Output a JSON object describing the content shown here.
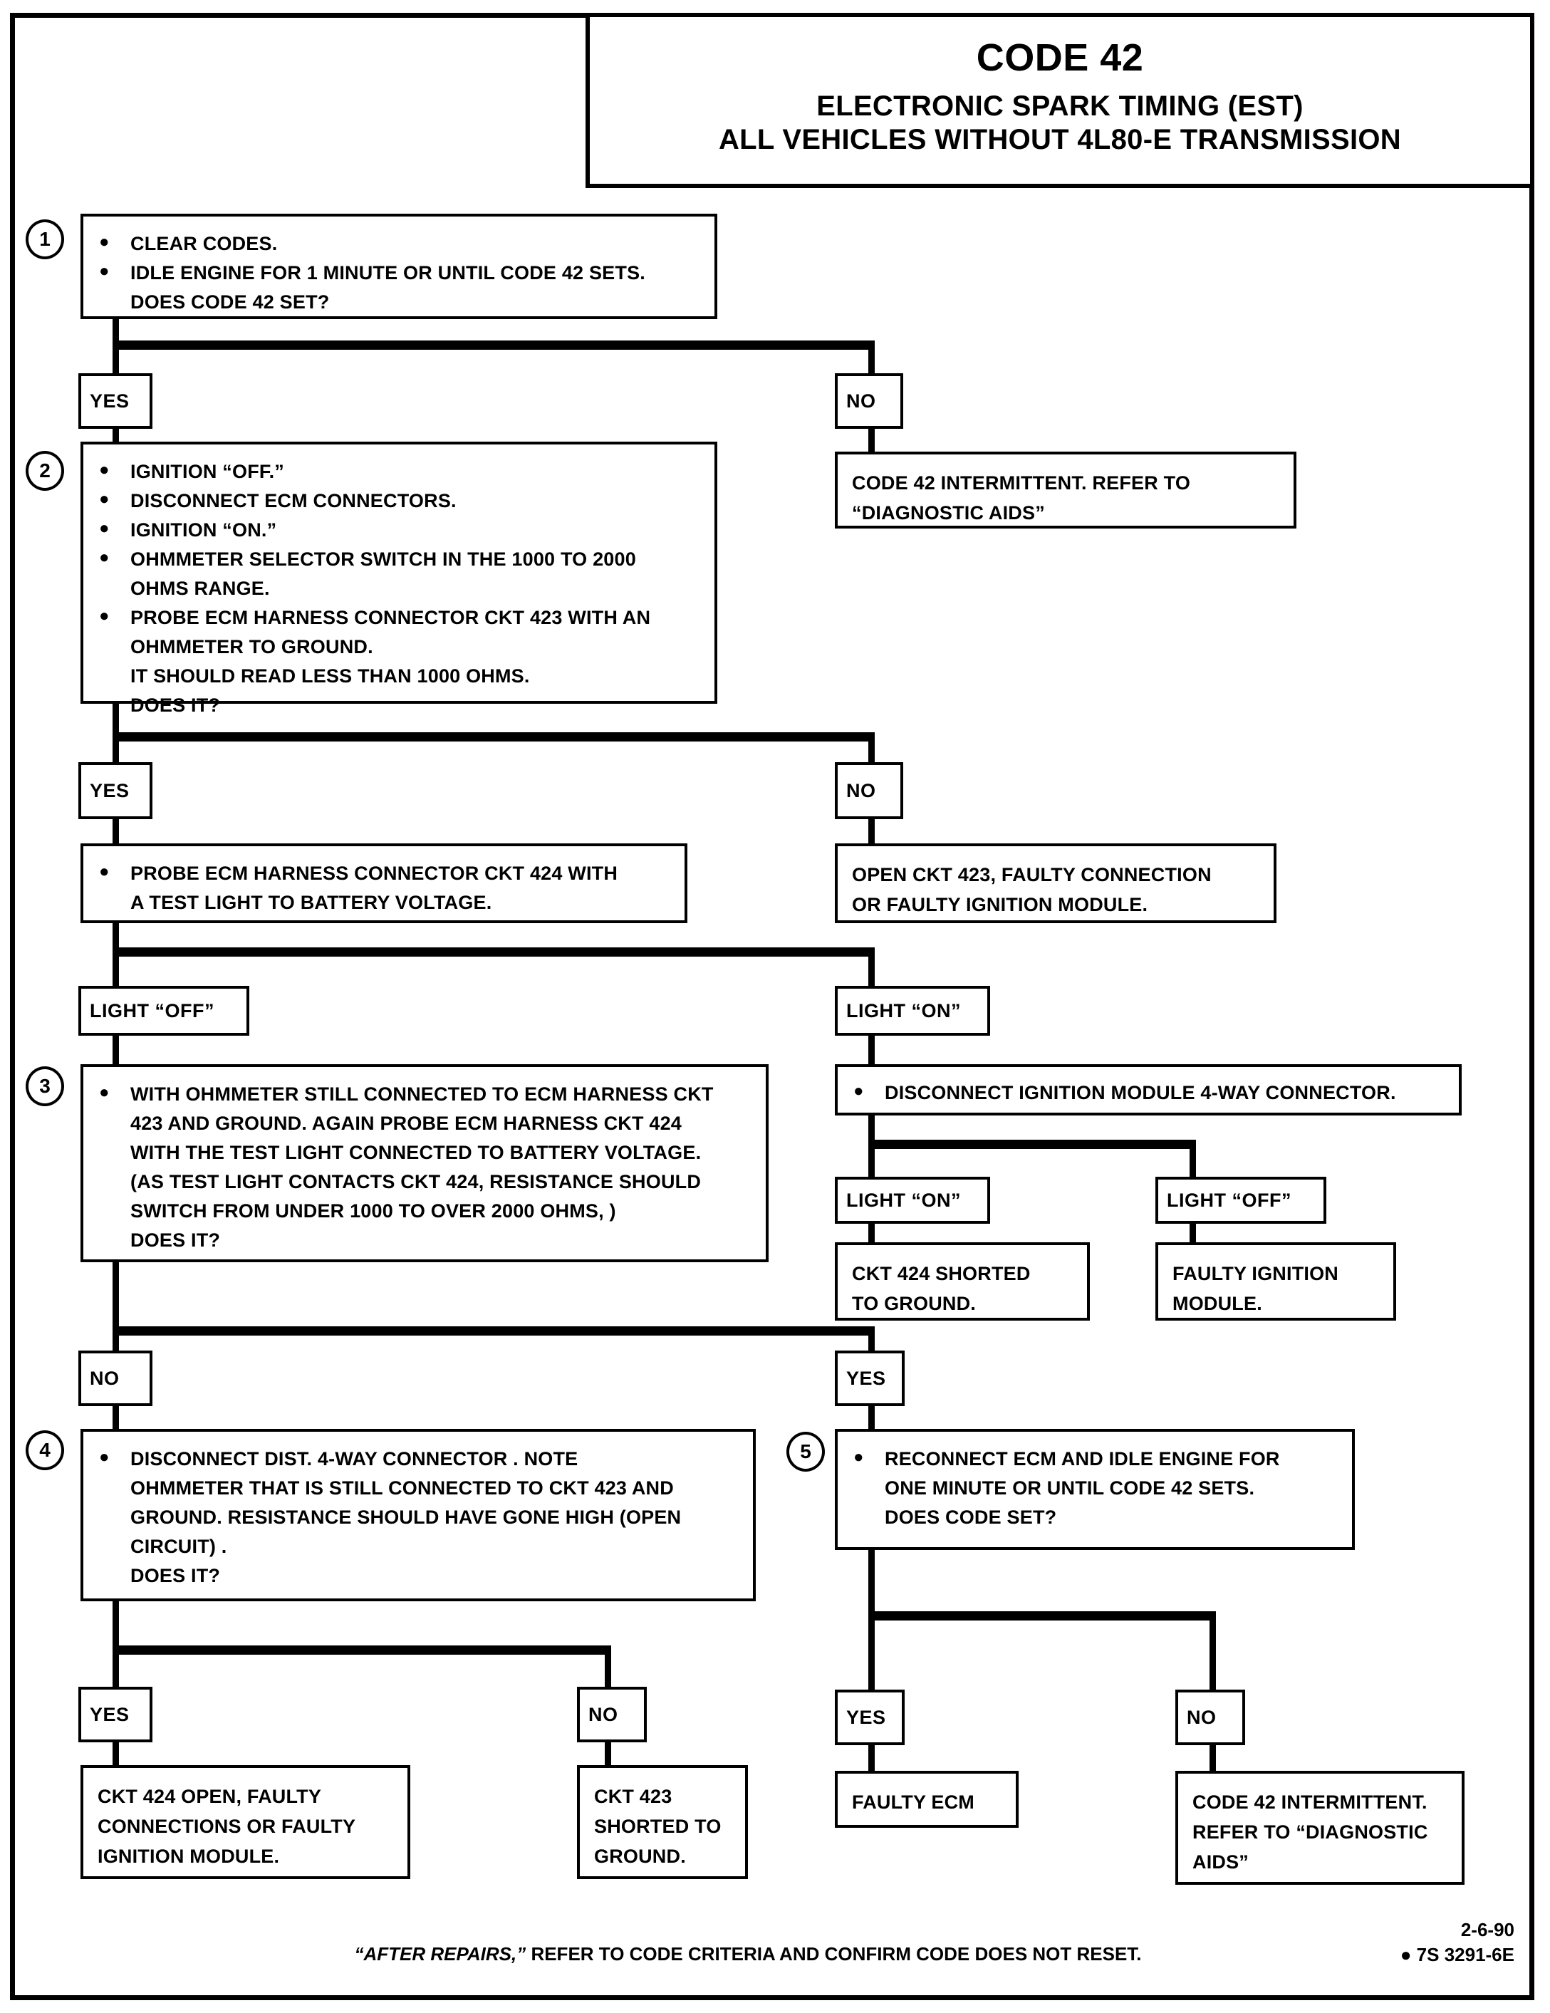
{
  "title": {
    "code": "CODE 42",
    "subtitle_line1": "ELECTRONIC SPARK TIMING (EST)",
    "subtitle_line2": "ALL VEHICLES WITHOUT 4L80-E TRANSMISSION"
  },
  "steps": {
    "s1": {
      "number": "1",
      "b1": "CLEAR CODES.",
      "b2a": "IDLE ENGINE FOR 1 MINUTE OR UNTIL CODE 42 SETS.",
      "b2b": "DOES CODE 42 SET?"
    },
    "s2": {
      "number": "2",
      "b1": "IGNITION “OFF.”",
      "b2": "DISCONNECT ECM CONNECTORS.",
      "b3": "IGNITION “ON.”",
      "b4a": "OHMMETER SELECTOR SWITCH IN THE 1000 TO 2000",
      "b4b": "OHMS RANGE.",
      "b5a": "PROBE ECM HARNESS CONNECTOR CKT 423  WITH AN",
      "b5b": "OHMMETER TO GROUND.",
      "b5c": "IT SHOULD READ LESS THAN 1000 OHMS.",
      "b5d": "DOES IT?"
    },
    "probe424": {
      "b1a": "PROBE ECM HARNESS CONNECTOR CKT 424 WITH",
      "b1b": "A TEST LIGHT TO BATTERY VOLTAGE."
    },
    "s3": {
      "number": "3",
      "l1": "WITH OHMMETER STILL CONNECTED TO ECM HARNESS CKT",
      "l2": "423 AND GROUND.  AGAIN PROBE ECM HARNESS CKT 424",
      "l3": "WITH THE TEST LIGHT CONNECTED TO BATTERY VOLTAGE.",
      "l4": "(AS TEST LIGHT CONTACTS CKT 424, RESISTANCE SHOULD",
      "l5": "SWITCH FROM UNDER 1000 TO OVER 2000 OHMS, )",
      "l6": "DOES IT?"
    },
    "disconnect_module": {
      "b1": "DISCONNECT IGNITION MODULE 4-WAY CONNECTOR."
    },
    "s4": {
      "number": "4",
      "l1": "DISCONNECT DIST. 4-WAY CONNECTOR .  NOTE",
      "l2": "OHMMETER THAT IS STILL CONNECTED TO CKT 423  AND",
      "l3": "GROUND. RESISTANCE SHOULD HAVE GONE HIGH (OPEN",
      "l4": "CIRCUIT) .",
      "l5": "DOES IT?"
    },
    "s5": {
      "number": "5",
      "l1": "RECONNECT ECM AND IDLE ENGINE FOR",
      "l2": "ONE MINUTE OR UNTIL CODE 42 SETS.",
      "l3": "DOES CODE SET?"
    }
  },
  "labels": {
    "yes": "YES",
    "no": "NO",
    "light_off": "LIGHT “OFF”",
    "light_on": "LIGHT “ON”"
  },
  "outcomes": {
    "intermittent1_a": "CODE 42 INTERMITTENT.  REFER TO",
    "intermittent1_b": "“DIAGNOSTIC AIDS”",
    "open423_a": "OPEN CKT 423, FAULTY CONNECTION",
    "open423_b": "OR FAULTY IGNITION MODULE.",
    "shorted424_a": "CKT 424  SHORTED",
    "shorted424_b": "TO GROUND.",
    "faulty_module_a": "FAULTY IGNITION",
    "faulty_module_b": "MODULE.",
    "open424_a": "CKT 424 OPEN, FAULTY",
    "open424_b": "CONNECTIONS OR FAULTY",
    "open424_c": "IGNITION MODULE.",
    "shorted423_a": "CKT 423",
    "shorted423_b": "SHORTED TO",
    "shorted423_c": "GROUND.",
    "faulty_ecm": "FAULTY ECM",
    "intermittent2_a": "CODE 42 INTERMITTENT.",
    "intermittent2_b": "REFER TO “DIAGNOSTIC",
    "intermittent2_c": "AIDS”"
  },
  "footer": {
    "note_quote": "“AFTER REPAIRS,”",
    "note_rest": " REFER TO CODE CRITERIA  AND CONFIRM CODE DOES NOT RESET.",
    "date": "2-6-90",
    "part_number": "● 7S 3291-6E"
  },
  "colors": {
    "ink": "#000000",
    "paper": "#ffffff"
  }
}
